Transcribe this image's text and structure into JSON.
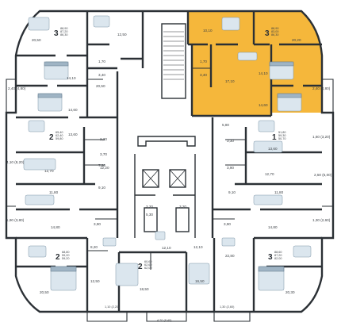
{
  "colors": {
    "highlight": "#f5b73b",
    "wall": "#2b3035",
    "furniture": "#dbe6ee",
    "text": "#3a3f44"
  },
  "apartments": [
    {
      "id": "apt-tl",
      "rooms": "3",
      "areas": [
        "88,90",
        "87,20",
        "86,30"
      ]
    },
    {
      "id": "apt-tr",
      "rooms": "3",
      "areas": [
        "88,90",
        "83,00",
        "86,30"
      ]
    },
    {
      "id": "apt-ml",
      "rooms": "2",
      "areas": [
        "65,40",
        "62,40",
        "59,80"
      ]
    },
    {
      "id": "apt-mr",
      "rooms": "1",
      "areas": [
        "51,80",
        "59,30",
        "50,70"
      ]
    },
    {
      "id": "apt-bl",
      "rooms": "2",
      "areas": [
        "68,80",
        "59,20",
        "59,20"
      ]
    },
    {
      "id": "apt-bc",
      "rooms": "2",
      "areas": [
        "60,60",
        "62,60",
        "62,00"
      ]
    },
    {
      "id": "apt-br",
      "rooms": "3",
      "areas": [
        "88,60",
        "87,20",
        "82,00"
      ]
    }
  ],
  "room_areas": [
    "20,50",
    "12,50",
    "14,10",
    "20,50",
    "1,70",
    "3,40",
    "14,60",
    "2,40 (4,80)",
    "10,10",
    "17,10",
    "1,70",
    "3,40",
    "14,10",
    "20,20",
    "2,40 (4,80)",
    "14,60",
    "5,80",
    "13,60",
    "2,20",
    "3,70",
    "12,20",
    "13,60",
    "7,20",
    "1,60 (3,20)",
    "3,30",
    "3,90",
    "12,70",
    "4,10 (8,20)",
    "12,70",
    "9,10",
    "11,80",
    "2,50 (5,00)",
    "9,10",
    "11,80",
    "1,90 (3,80)",
    "3,90",
    "14,80",
    "14,80",
    "3,90",
    "1,30 (2,60)",
    "3,20",
    "5,30",
    "3,20",
    "8,20",
    "12,10",
    "12,50",
    "22,80",
    "12,10",
    "16,50",
    "20,50",
    "18,50",
    "20,30",
    "1,10 (2,20)",
    "4,20 (8,40)",
    "1,30 (2,60)"
  ]
}
